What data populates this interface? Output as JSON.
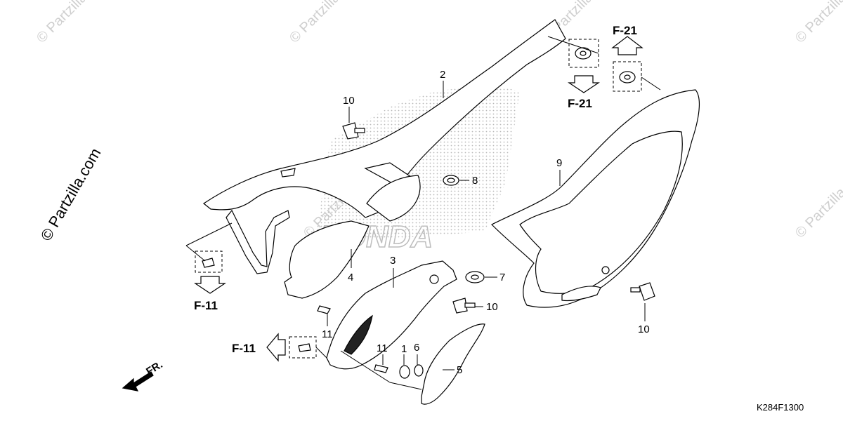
{
  "watermark": "© Partzilla.com",
  "brand_mark": "HONDA",
  "diagram_code": "K284F1300",
  "direction_label": "FR.",
  "part_labels": {
    "p1": "1",
    "p2": "2",
    "p3": "3",
    "p4": "4",
    "p5": "5",
    "p6": "6",
    "p7": "7",
    "p8": "8",
    "p9": "9",
    "p10a": "10",
    "p10b": "10",
    "p10c": "10",
    "p11a": "11",
    "p11b": "11"
  },
  "refs": {
    "f21_top": "F-21",
    "f21_bottom": "F-21",
    "f11_left": "F-11",
    "f11_mid": "F-11"
  }
}
